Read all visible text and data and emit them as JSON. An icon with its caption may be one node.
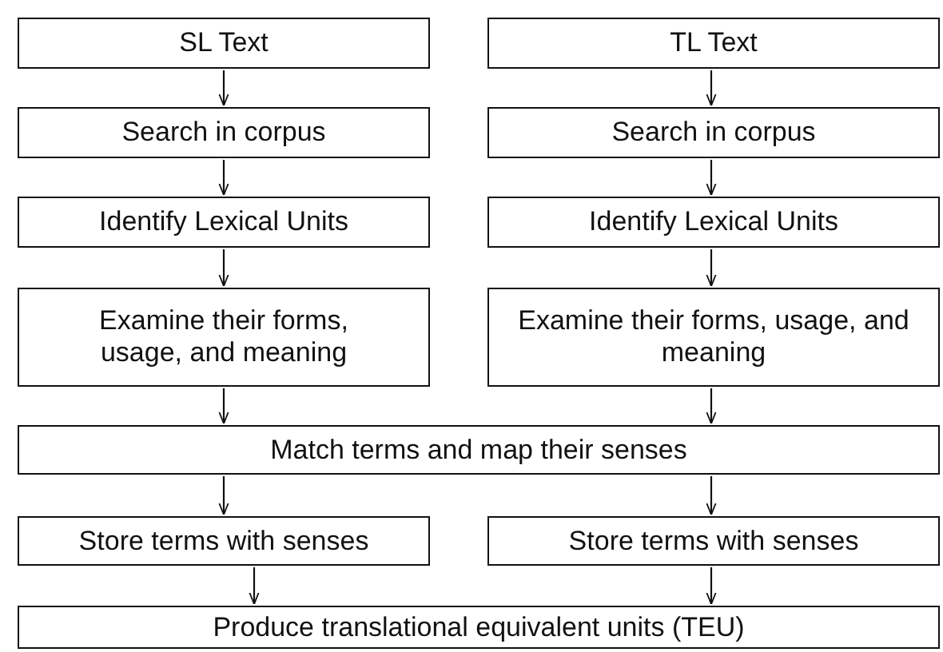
{
  "diagram": {
    "nodes": [
      {
        "text": [
          "SL Text"
        ]
      },
      {
        "text": [
          "TL Text"
        ]
      },
      {
        "text": [
          "Search in corpus"
        ]
      },
      {
        "text": [
          "Search in corpus"
        ]
      },
      {
        "text": [
          "Identify Lexical Units"
        ]
      },
      {
        "text": [
          "Identify Lexical Units"
        ]
      },
      {
        "text": [
          "Examine their forms, usage, and meaning"
        ]
      },
      {
        "text": [
          "Examine their forms, usage, and meaning"
        ]
      },
      {
        "text": [
          "Match terms and map their senses"
        ]
      },
      {
        "text": [
          "Store terms with senses"
        ]
      },
      {
        "text": [
          "Store terms with senses"
        ]
      },
      {
        "text": [
          "Produce translational equivalent units (TEU)"
        ]
      }
    ],
    "edges": [
      {
        "from": 0,
        "to": 2,
        "arrow": "to"
      },
      {
        "from": 1,
        "to": 3,
        "arrow": "to"
      },
      {
        "from": 2,
        "to": 4,
        "arrow": "to"
      },
      {
        "from": 3,
        "to": 5,
        "arrow": "to"
      },
      {
        "from": 4,
        "to": 6,
        "arrow": "to"
      },
      {
        "from": 5,
        "to": 7,
        "arrow": "to"
      },
      {
        "from": 6,
        "to": 8,
        "arrow": "to"
      },
      {
        "from": 7,
        "to": 8,
        "arrow": "to"
      },
      {
        "from": 8,
        "to": 9,
        "arrow": "to"
      },
      {
        "from": 8,
        "to": 10,
        "arrow": "to"
      },
      {
        "from": 9,
        "to": 11,
        "arrow": "to"
      },
      {
        "from": 10,
        "to": 11,
        "arrow": "to"
      }
    ]
  }
}
